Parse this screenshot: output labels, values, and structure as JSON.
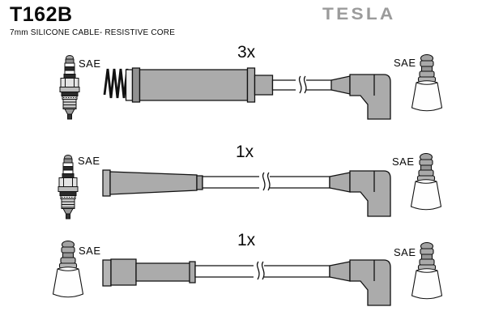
{
  "header": {
    "part_number": "T162B",
    "subtitle": "7mm SILICONE CABLE- RESISTIVE CORE",
    "brand": "TESLA"
  },
  "colors": {
    "boot_gray": "#ababab",
    "ring_gray": "#919191",
    "brand_gray": "#9b9b9b",
    "line_black": "#111111",
    "background": "#ffffff"
  },
  "rows": [
    {
      "quantity": "3x",
      "left_label": "SAE",
      "right_label": "SAE",
      "left_icon": "spark-plug-icon",
      "right_icon": "distributor-terminal-icon",
      "cable_style": "coil spring + long straight plug boot, break mark, 90-degree elbow boot"
    },
    {
      "quantity": "1x",
      "left_label": "SAE",
      "right_label": "SAE",
      "left_icon": "spark-plug-icon",
      "right_icon": "distributor-terminal-icon",
      "cable_style": "straight plug boot, break mark, 90-degree elbow boot"
    },
    {
      "quantity": "1x",
      "left_label": "SAE",
      "right_label": "SAE",
      "left_icon": "distributor-terminal-icon",
      "right_icon": "distributor-terminal-icon",
      "cable_style": "stepped straight boot, break mark, 90-degree elbow boot"
    }
  ]
}
